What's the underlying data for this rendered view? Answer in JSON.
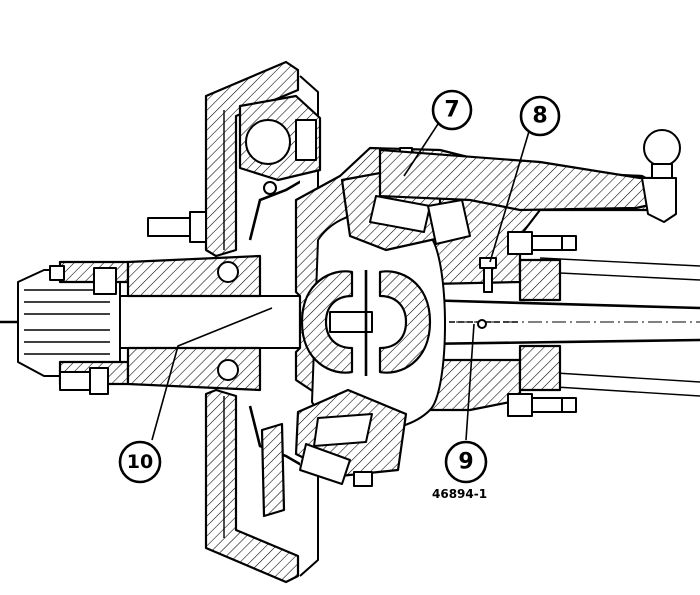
{
  "figure": {
    "reference_number": "46894-1",
    "callouts": [
      {
        "id": "callout-7",
        "label": "7"
      },
      {
        "id": "callout-8",
        "label": "8"
      },
      {
        "id": "callout-9",
        "label": "9"
      },
      {
        "id": "callout-10",
        "label": "10"
      }
    ]
  }
}
